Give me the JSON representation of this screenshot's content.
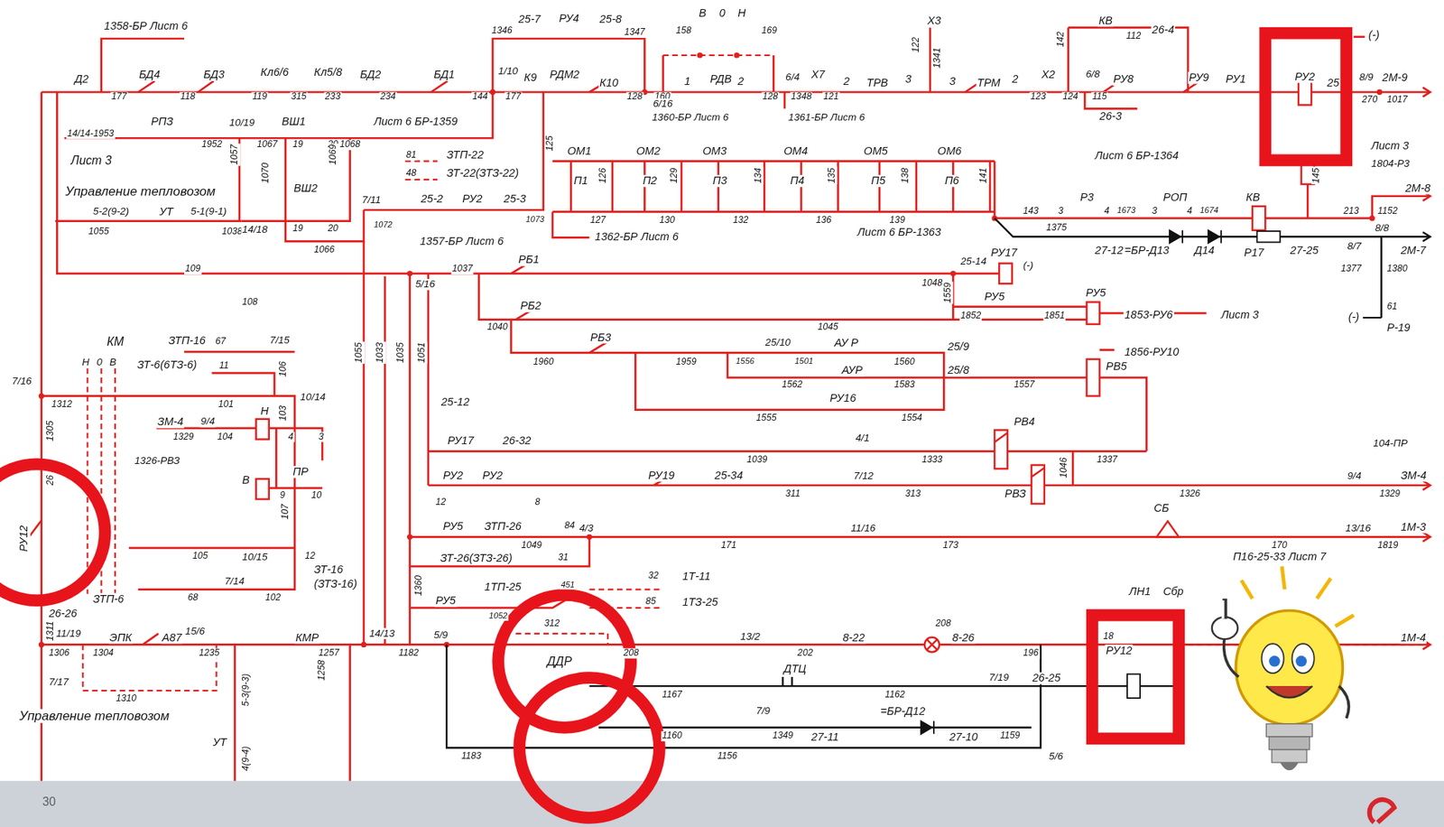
{
  "diagram": {
    "nodes": [
      {
        "text": [
          "РУ2"
        ]
      },
      {
        "text": [
          "РУ12"
        ]
      },
      {
        "text": [
          "ДДР"
        ]
      },
      {
        "text": [
          "РУ12"
        ]
      }
    ],
    "labels": [
      "1358-БР Лист 6",
      "Д2",
      "177",
      "БД4",
      "118",
      "БД3",
      "Кл6/6",
      "Кл5/8",
      "БД2",
      "119",
      "315",
      "233",
      "234",
      "БД1",
      "144",
      "1/10",
      "177",
      "К9",
      "РДМ2",
      "1346",
      "25-7",
      "РУ4",
      "25-8",
      "1347",
      "158",
      "В",
      "0",
      "Н",
      "169",
      "К10",
      "128",
      "160",
      "1",
      "РДВ",
      "2",
      "128",
      "6/4",
      "Х7",
      "1348",
      "121",
      "2",
      "ТРВ",
      "3",
      "6/16",
      "1360-БР Лист 6",
      "1361-БР Лист 6",
      "Х3",
      "122",
      "1341",
      "3",
      "ТРМ",
      "2",
      "Х2",
      "123",
      "124",
      "142",
      "6/8",
      "115",
      "РУ8",
      "26-3",
      "КВ",
      "112",
      "26-4",
      "РУ9",
      "РУ1",
      "25",
      "(-)",
      "8/9",
      "2М-9",
      "270",
      "1017",
      "14/14-1953",
      "РПЗ",
      "1952",
      "10/19",
      "1067",
      "ВШ1",
      "19",
      "20",
      "1068",
      "Лист 6 БР-1359",
      "Лист 3",
      "1057",
      "1070",
      "1069",
      "Управление тепловозом",
      "ВШ2",
      "19",
      "20",
      "5-2(9-2)",
      "УТ",
      "5-1(9-1)",
      "1055",
      "1038",
      "14/18",
      "1066",
      "7/11",
      "1072",
      "81",
      "ЗТП-22",
      "48",
      "ЗТ-22(ЗТЗ-22)",
      "25-2",
      "РУ2",
      "25-3",
      "1073",
      "125",
      "ОМ1",
      "П1",
      "126",
      "127",
      "ОМ2",
      "П2",
      "129",
      "130",
      "ОМ3",
      "П3",
      "134",
      "132",
      "ОМ4",
      "П4",
      "135",
      "136",
      "ОМ5",
      "П5",
      "138",
      "139",
      "ОМ6",
      "П6",
      "141",
      "1362-БР Лист 6",
      "Лист 6 БР-1363",
      "Лист 6 БР-1364",
      "Лист 3",
      "1804-Р3",
      "143",
      "3",
      "Р3",
      "4",
      "1673",
      "3",
      "РОП",
      "4",
      "1674",
      "КВ",
      "145",
      "213",
      "1152",
      "2М-8",
      "8/8",
      "1375",
      "27-12",
      "=БР-Д13",
      "Д14",
      "Р17",
      "27-25",
      "8/7",
      "1377",
      "1380",
      "2М-7",
      "(-)",
      "61",
      "Р-19",
      "РУ17",
      "(-)",
      "1048",
      "25-14",
      "1559",
      "1357-БР Лист 6",
      "5/16",
      "1037",
      "РБ1",
      "109",
      "108",
      "1040",
      "РБ2",
      "1045",
      "1852",
      "РУ5",
      "1851",
      "РУ5",
      "1853-РУ6",
      "Лист 3",
      "1960",
      "РБ3",
      "1959",
      "1556",
      "25/10",
      "1501",
      "АУ Р",
      "1560",
      "25/9",
      "РВ5",
      "1856-РУ10",
      "1562",
      "АУР",
      "1583",
      "25/8",
      "1557",
      "РУ16",
      "1555",
      "1554",
      "РВ4",
      "4/1",
      "1333",
      "1337",
      "104-ПР",
      "1039",
      "КМ",
      "Н",
      "0",
      "В",
      "ЗТП-16",
      "67",
      "7/15",
      "106",
      "ЗТ-6(6ТЗ-6)",
      "11",
      "7/16",
      "1312",
      "101",
      "10/14",
      "Н",
      "103",
      "ЗМ-4",
      "9/4",
      "1329",
      "104",
      "4",
      "3",
      "1326-РВЗ",
      "В",
      "ПР",
      "9",
      "10",
      "107",
      "1305",
      "26",
      "105",
      "10/15",
      "12",
      "ЗТ-16",
      "(ЗТЗ-16)",
      "ЗТП-6",
      "68",
      "7/14",
      "102",
      "26-26",
      "1311",
      "11/19",
      "1306",
      "1304",
      "ЭПК",
      "А87",
      "15/6",
      "1235",
      "5-3(9-3)",
      "КМР",
      "1258",
      "1257",
      "14/13",
      "1182",
      "5/9",
      "7/17",
      "1310",
      "Управление тепловозом",
      "УТ",
      "4(9-4)",
      "1055",
      "1033",
      "1035",
      "1051",
      "25-12",
      "РУ17",
      "26-32",
      "РУ2",
      "РУ2",
      "12",
      "8",
      "РУ19",
      "25-34",
      "311",
      "7/12",
      "313",
      "РВЗ",
      "1046",
      "1326",
      "9/4",
      "ЗМ-4",
      "1329",
      "РУ5",
      "ЗТП-26",
      "84",
      "1049",
      "4/3",
      "171",
      "11/16",
      "173",
      "СБ",
      "170",
      "13/16",
      "1М-3",
      "1819",
      "П16-25-33 Лист 7",
      "ЗТ-26(ЗТЗ-26)",
      "31",
      "1360",
      "32",
      "1Т-11",
      "РУ5",
      "1ТП-25",
      "451",
      "85",
      "1ТЗ-25",
      "1052",
      "312",
      "208",
      "13/2",
      "202",
      "8-22",
      "208",
      "ЛН1",
      "Сбр",
      "8-26",
      "196",
      "18",
      "1М-4",
      "1167",
      "ДТЦ",
      "1162",
      "7/19",
      "26-25",
      "7/9",
      "1349",
      "=БР-Д12",
      "1160",
      "1159",
      "1183",
      "1156",
      "27-11",
      "27-10",
      "5/6",
      "30"
    ]
  }
}
